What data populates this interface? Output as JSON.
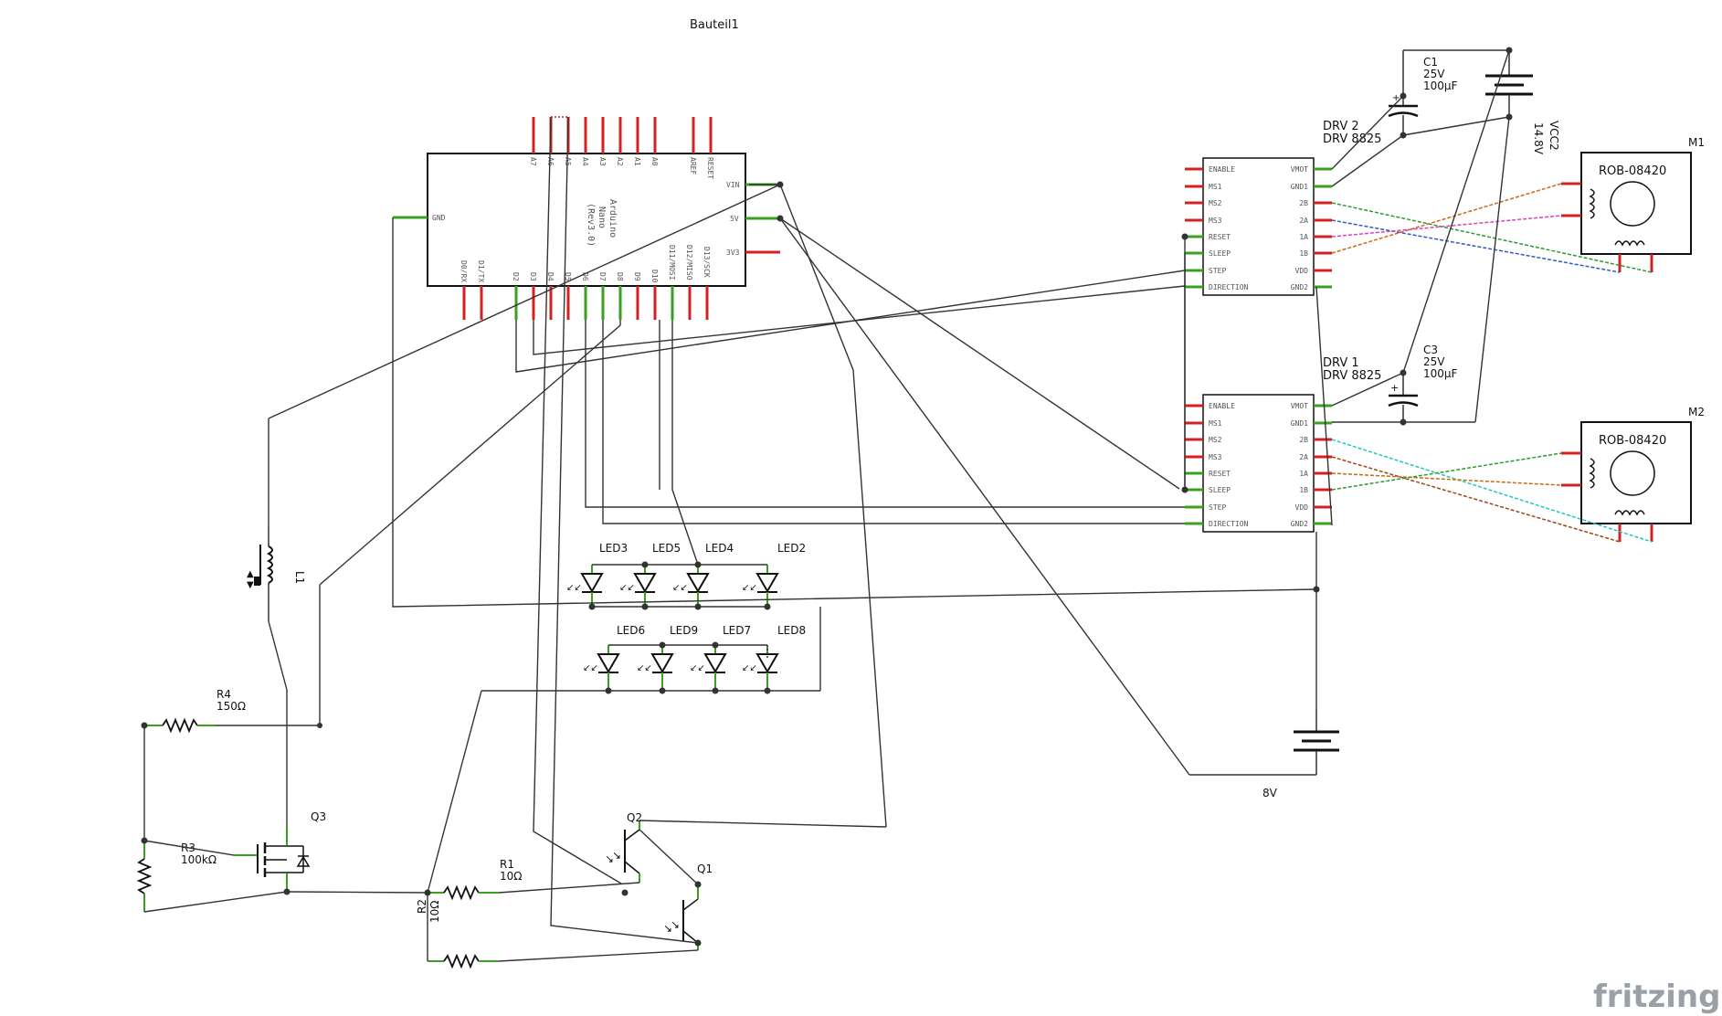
{
  "schematic": {
    "sheet_title": "Bauteil1",
    "logo_text": "fritzing",
    "arduino": {
      "name_lines": [
        "Arduino",
        "Nano",
        "(Rev3.0)"
      ],
      "top_pins": [
        "A7",
        "A6",
        "A5",
        "A4",
        "A3",
        "A2",
        "A1",
        "A0",
        "AREF",
        "RESET"
      ],
      "bottom_pins": [
        "D0/RX",
        "D1/TX",
        "D2",
        "D3",
        "D4",
        "D5",
        "D6",
        "D7",
        "D8",
        "D9",
        "D10",
        "D11/MOSI",
        "D12/MISO",
        "D13/SCK"
      ],
      "left_pins": [
        "GND"
      ],
      "right_pins": [
        "VIN",
        "5V",
        "3V3"
      ]
    },
    "drivers": [
      {
        "label": "DRV 2",
        "model": "DRV 8825"
      },
      {
        "label": "DRV 1",
        "model": "DRV 8825"
      }
    ],
    "driver_left_pins": [
      "ENABLE",
      "MS1",
      "MS2",
      "MS3",
      "RESET",
      "SLEEP",
      "STEP",
      "DIRECTION"
    ],
    "driver_right_pins": [
      "VMOT",
      "GND1",
      "2B",
      "2A",
      "1A",
      "1B",
      "VDD",
      "GND2"
    ],
    "capacitors": [
      {
        "label": "C1",
        "voltage": "25V",
        "value": "100µF"
      },
      {
        "label": "C3",
        "voltage": "25V",
        "value": "100µF"
      }
    ],
    "supplies": [
      {
        "label": "VCC2",
        "value": "14.8V"
      },
      {
        "label": "",
        "value": "8V"
      }
    ],
    "motors": [
      {
        "ref": "M1",
        "part": "ROB-08420"
      },
      {
        "ref": "M2",
        "part": "ROB-08420"
      }
    ],
    "leds_top": [
      "LED3",
      "LED5",
      "LED4",
      "LED2"
    ],
    "leds_bottom": [
      "LED6",
      "LED9",
      "LED7",
      "LED8"
    ],
    "inductor": {
      "label": "L1"
    },
    "resistors": [
      {
        "ref": "R4",
        "value": "150Ω"
      },
      {
        "ref": "R3",
        "value": "100kΩ"
      },
      {
        "ref": "R1",
        "value": "10Ω"
      },
      {
        "ref": "R2",
        "value": "10Ω"
      }
    ],
    "transistors": [
      "Q3",
      "Q2",
      "Q1"
    ],
    "colors": {
      "wire": "#333333",
      "pin_red": "#d42020",
      "pin_green": "#3aa020",
      "motor_green": "#2e9a2e",
      "motor_blue": "#2a5cc8",
      "motor_pink": "#e040c0",
      "motor_orange": "#c86a14",
      "motor_brown": "#9a4a14",
      "motor_cyan": "#20c8c0",
      "logo": "#9aa0a6"
    }
  }
}
